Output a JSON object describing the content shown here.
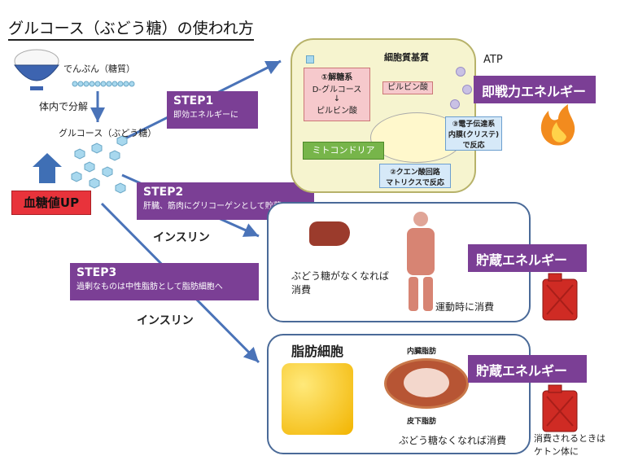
{
  "title": "グルコース（ぶどう糖）の使われ方",
  "starch_label": "でんぷん（糖質）",
  "body_decompose": "体内で分解",
  "glucose_label": "グルコース（ぶどう糖）",
  "blood_sugar_label": "血糖値UP",
  "step1": {
    "title": "STEP1",
    "subtitle": "即効エネルギーに"
  },
  "step2": {
    "title": "STEP2",
    "subtitle": "肝臓、筋肉にグリコーゲンとして貯蔵"
  },
  "step3": {
    "title": "STEP3",
    "subtitle": "過剰なものは中性脂肪として脂肪細胞へ"
  },
  "insulin_1": "インスリン",
  "insulin_2": "インスリン",
  "cell": {
    "title": "細胞質基質",
    "glycolysis": [
      "①解糖系",
      "D-グルコース",
      "↓",
      "ピルビン酸"
    ],
    "pyruvate": "ピルビン酸",
    "mitochondria": "ミトコンドリア",
    "etc": [
      "③電子伝達系",
      "内膜(クリステ)",
      "で反応"
    ],
    "tca": [
      "②クエン酸回路",
      "マトリクスで反応"
    ],
    "atp": "ATP"
  },
  "immediate_energy": "即戦力エネルギー",
  "storage_energy_1": "貯蔵エネルギー",
  "storage_energy_2": "貯蔵エネルギー",
  "panel2": {
    "consume_line1": "ぶどう糖がなくなれば",
    "consume_line2": "消費",
    "exercise": "運動時に消費"
  },
  "panel3": {
    "fat_cell": "脂肪細胞",
    "visceral_fat": "内臓脂肪",
    "subcutaneous_fat": "皮下脂肪",
    "consume": "ぶどう糖なくなれば消費"
  },
  "ketone_line1": "消費されるときは",
  "ketone_line2": "ケトン体に",
  "colors": {
    "purple": "#7b3f95",
    "red": "#e8333b",
    "panel_border": "#4a6a98",
    "cell_bg": "#f6f4cf",
    "mito": "#77b54a"
  }
}
